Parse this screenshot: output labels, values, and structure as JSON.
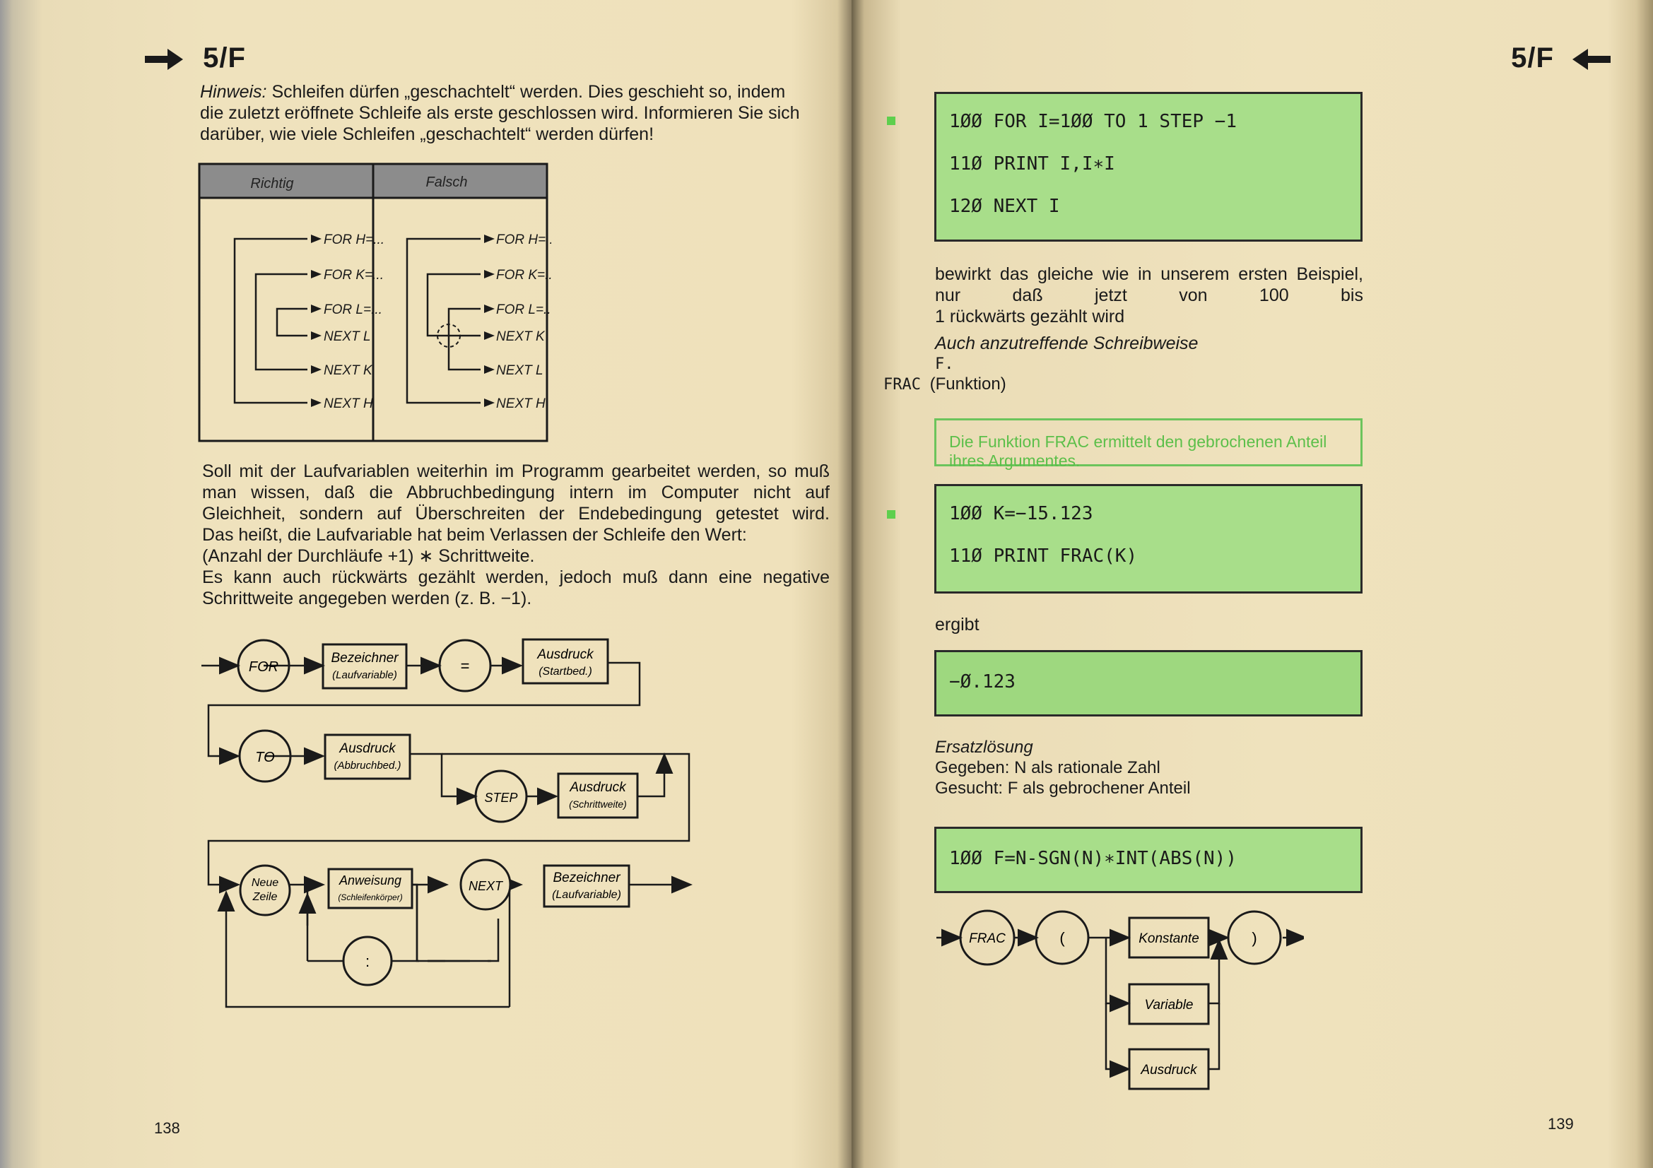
{
  "left_page": {
    "header": "5/F",
    "hinweis_label": "Hinweis:",
    "hinweis_lines": [
      "Schleifen dürfen „geschachtelt“ werden. Dies geschieht so, indem",
      "die zuletzt eröffnete Schleife als erste geschlossen wird. Informieren Sie sich",
      "darüber, wie viele Schleifen „geschachtelt“ werden dürfen!"
    ],
    "nesting_table": {
      "col_richtig": "Richtig",
      "col_falsch": "Falsch",
      "richtig_labels": [
        "FOR H=...",
        "FOR K=...",
        "FOR L=...",
        "NEXT L",
        "NEXT K",
        "NEXT H"
      ],
      "falsch_labels": [
        "FOR H=...",
        "FOR K=...",
        "FOR L=...",
        "NEXT K",
        "NEXT L",
        "NEXT H"
      ]
    },
    "paragraph_lines": [
      "Soll mit der Laufvariablen weiterhin im Programm gearbeitet werden, so muß",
      "man wissen, daß die Abbruchbedingung intern im Computer nicht auf",
      "Gleichheit, sondern auf Überschreiten der Endebedingung getestet wird.",
      "Das heißt, die Laufvariable hat beim Verlassen der Schleife den Wert:",
      "(Anzahl der Durchläufe +1) ∗ Schrittweite.",
      "Es kann auch rückwärts gezählt werden, jedoch muß dann eine negative",
      "Schrittweite angegeben werden (z. B. −1)."
    ],
    "syntax": {
      "for": "FOR",
      "bez1_a": "Bezeichner",
      "bez1_b": "(Laufvariable)",
      "eq": "=",
      "ausdr1_a": "Ausdruck",
      "ausdr1_b": "(Startbed.)",
      "to": "TO",
      "ausdr2_a": "Ausdruck",
      "ausdr2_b": "(Abbruchbed.)",
      "step": "STEP",
      "ausdr3_a": "Ausdruck",
      "ausdr3_b": "(Schrittweite)",
      "neue_a": "Neue",
      "neue_b": "Zeile",
      "anw_a": "Anweisung",
      "anw_b": "(Schleifenkörper)",
      "colon": ":",
      "next": "NEXT",
      "bez2_a": "Bezeichner",
      "bez2_b": "(Laufvariable)"
    },
    "page_number": "138"
  },
  "right_page": {
    "header": "5/F",
    "code1": [
      "1ØØ FOR I=1ØØ TO 1 STEP −1",
      "11Ø PRINT I,I∗I",
      "12Ø NEXT I"
    ],
    "text1_lines": [
      "bewirkt das gleiche wie in unserem ersten Beispiel, nur daß jetzt von 100 bis",
      "1 rückwärts gezählt wird"
    ],
    "auch_label": "Auch anzutreffende Schreibweise",
    "auch_value": "F.",
    "frac_keyword": "FRAC",
    "frac_desc": "(Funktion)",
    "frac_definition": "Die Funktion FRAC ermittelt den gebrochenen Anteil ihres Argumentes.",
    "code2": [
      "1ØØ K=−15.123",
      "11Ø PRINT FRAC(K)"
    ],
    "ergibt": "ergibt",
    "result": "−Ø.123",
    "ersatz_label": "Ersatzlösung",
    "gegeben": "Gegeben: N als rationale Zahl",
    "gesucht": "Gesucht: F als gebrochener Anteil",
    "code3": "1ØØ F=N-SGN(N)∗INT(ABS(N))",
    "syntax": {
      "frac": "FRAC",
      "open": "(",
      "konstante": "Konstante",
      "variable": "Variable",
      "ausdruck": "Ausdruck",
      "close": ")"
    },
    "page_number": "139"
  },
  "colors": {
    "paper": "#efe2bd",
    "code_green": "#a8de8a",
    "frac_green": "#5cbf4a",
    "table_header": "#8c8c8c",
    "ink": "#1a1a1a"
  }
}
